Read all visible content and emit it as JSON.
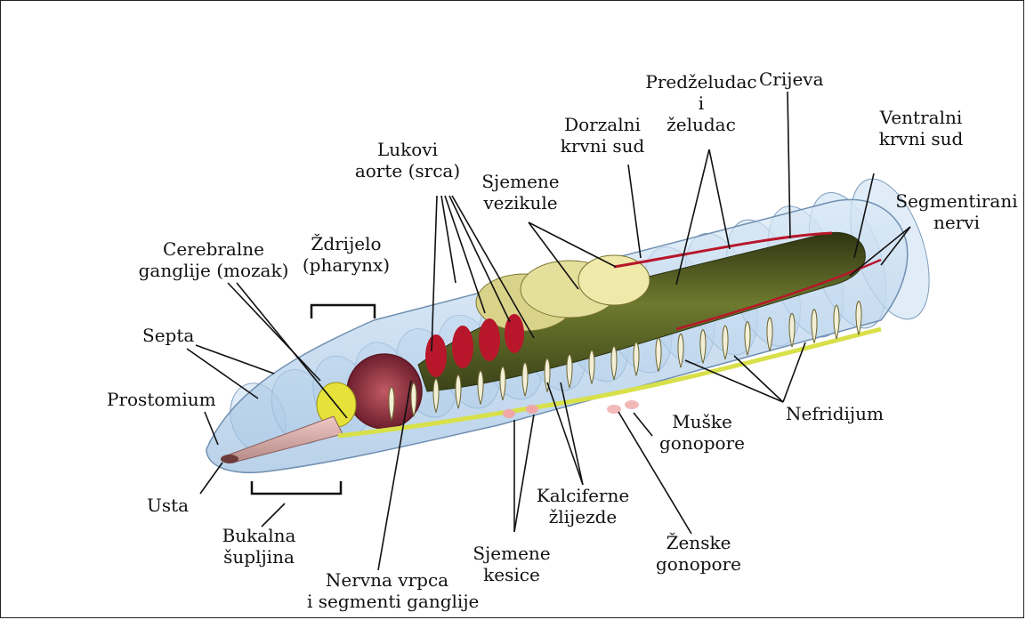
{
  "diagram": {
    "subject": "earthworm internal anatomy",
    "labels": {
      "prostomium": "Prostomium",
      "usta": "Usta",
      "septa": "Septa",
      "cerebralne_line1": "Cerebralne",
      "cerebralne_line2": "ganglije (mozak)",
      "zdrijelo_line1": "Ždrijelo",
      "zdrijelo_line2": "(pharynx)",
      "bukalna_line1": "Bukalna",
      "bukalna_line2": "šupljina",
      "nervna_line1": "Nervna vrpca",
      "nervna_line2": "i segmenti ganglije",
      "lukovi_line1": "Lukovi",
      "lukovi_line2": "aorte (srca)",
      "sjemene_vez_line1": "Sjemene",
      "sjemene_vez_line2": "vezikule",
      "dorzalni_line1": "Dorzalni",
      "dorzalni_line2": "krvni sud",
      "predzeludac_line1": "Predželudac",
      "predzeludac_line2": "i",
      "predzeludac_line3": "želudac",
      "crijeva": "Crijeva",
      "ventralni_line1": "Ventralni",
      "ventralni_line2": "krvni sud",
      "segmentirani_line1": "Segmentirani",
      "segmentirani_line2": "nervi",
      "nefridijum": "Nefridijum",
      "muske_line1": "Muške",
      "muske_line2": "gonopore",
      "zenske_line1": "Ženske",
      "zenske_line2": "gonopore",
      "kalciferne_line1": "Kalciferne",
      "kalciferne_line2": "žlijezde",
      "sjemene_kes_line1": "Sjemene",
      "sjemene_kes_line2": "kesice"
    },
    "colors": {
      "body_outline": "#6f8fb0",
      "body_fill": "#cfe2f3",
      "gut": "#4f5a22",
      "seminal": "#e9e3a2",
      "aorta": "#b8162a",
      "brain": "#e6e23a",
      "pharynx": "#8e2a3a",
      "nerve": "#d8e04a",
      "leader_line": "#111111"
    }
  }
}
